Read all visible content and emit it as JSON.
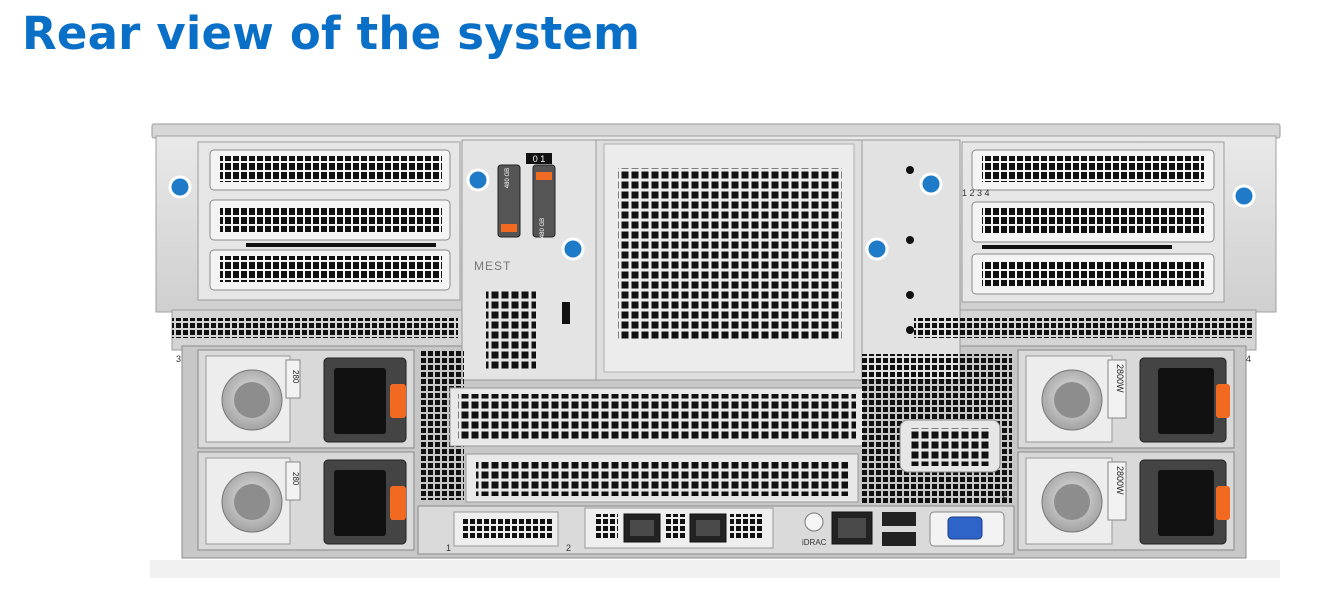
{
  "title": "Rear view of the system",
  "figure": {
    "rear_labels": {
      "boss_drive_capacity_top": "480 GB",
      "boss_drive_capacity_bottom": "480 GB",
      "boss_slot_numbers": "0  1",
      "mest_label": "MEST",
      "psu_rating_top_right": "2800W",
      "psu_rating_bottom_right": "2800W",
      "psu_rating_top_left": "280",
      "psu_rating_bottom_left": "280",
      "idrac_port_label": "iDRAC",
      "riser_slot_top_left": "3",
      "riser_slot_top_right": "4",
      "slot_markers": "1  2  3  4",
      "ocp_port_1": "1",
      "ocp_port_2": "2",
      "lom_slot": "2"
    },
    "colors": {
      "title_blue": "#0a6fc6",
      "captive_screw_blue": "#1f7bc7",
      "psu_latch_orange": "#f26a21",
      "chassis_gray": "#c9c9c9",
      "vent_dark": "#111111",
      "vga_port_blue": "#2e63c7"
    }
  }
}
